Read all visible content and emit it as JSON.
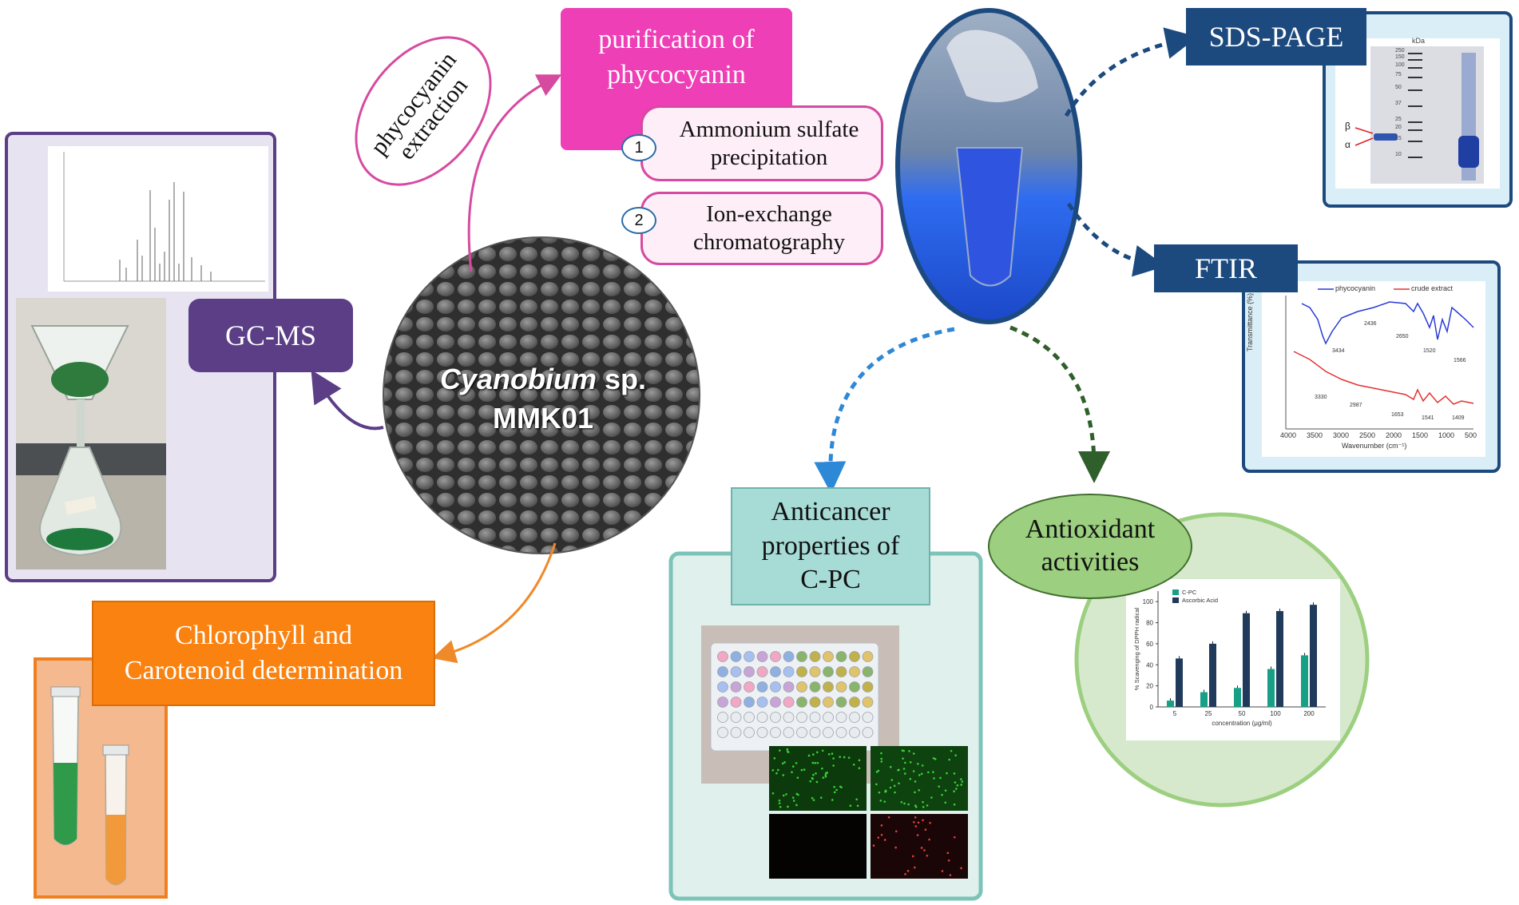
{
  "center": {
    "italic": "Cyanobium",
    "rest": " sp.",
    "line2": "MMK01"
  },
  "extraction": {
    "line1": "phycocyanin",
    "line2": "extraction"
  },
  "purification": {
    "line1": "purification of",
    "line2": "phycocyanin"
  },
  "steps": [
    {
      "num": "1",
      "line1": "Ammonium sulfate",
      "line2": "precipitation"
    },
    {
      "num": "2",
      "line1": "Ion-exchange",
      "line2": "chromatography"
    }
  ],
  "gcms": {
    "label": "GC-MS"
  },
  "pigments": {
    "line1": "Chlorophyll and",
    "line2": "Carotenoid determination"
  },
  "sds": {
    "label": "SDS-PAGE",
    "kda": "kDa",
    "markers": [
      "250",
      "150",
      "100",
      "75",
      "50",
      "37",
      "25",
      "20",
      "15",
      "10"
    ],
    "beta": "β",
    "alpha": "α"
  },
  "ftir": {
    "label": "FTIR",
    "legend": [
      "phycocyanin",
      "crude extract"
    ],
    "ylabel": "Transmittance (%)",
    "xlabel": "Wavenumber (cm⁻¹)",
    "xticks": [
      "4000",
      "3500",
      "3000",
      "2500",
      "2000",
      "1500",
      "1000",
      "500"
    ],
    "peaks_top": [
      "3434",
      "2436",
      "2650",
      "1520",
      "1566"
    ],
    "peaks_bottom": [
      "3330",
      "2987",
      "1653",
      "1541",
      "1409"
    ]
  },
  "anticancer": {
    "line1": "Anticancer",
    "line2": "properties of",
    "line3": "C-PC"
  },
  "antioxidant": {
    "line1": "Antioxidant",
    "line2": "activities",
    "chart_data": {
      "type": "bar",
      "categories": [
        "5",
        "25",
        "50",
        "100",
        "200"
      ],
      "series": [
        {
          "name": "C-PC",
          "values": [
            6,
            14,
            18,
            36,
            49
          ]
        },
        {
          "name": "Ascorbic Acid",
          "values": [
            46,
            60,
            89,
            91,
            97
          ]
        }
      ],
      "ylabel": "% Scavenging of DPPH radical",
      "xlabel": "concentration (μg/ml)",
      "yticks": [
        "0",
        "20",
        "40",
        "60",
        "80",
        "100"
      ],
      "ylim": [
        0,
        110
      ],
      "colors": [
        "#17a085",
        "#1f3a5a"
      ]
    }
  },
  "colors": {
    "purple": "#5b3e86",
    "magenta": "#ee3fb6",
    "orange": "#fa8211",
    "navy": "#1c4a7f",
    "teal_box": "#a7dbd6",
    "green": "#9ccf7f"
  }
}
